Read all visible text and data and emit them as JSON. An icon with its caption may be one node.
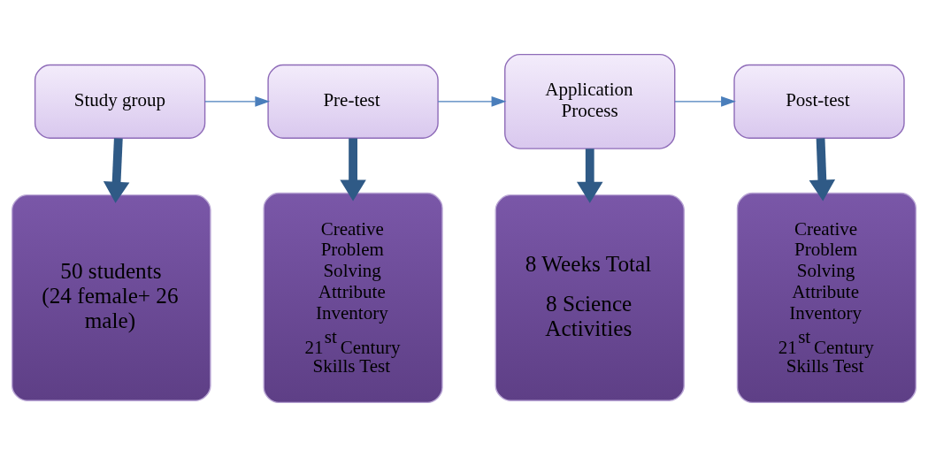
{
  "diagram": {
    "nodes": [
      {
        "text": [
          "Study group"
        ]
      },
      {
        "text": [
          "Pre-test"
        ]
      },
      {
        "text": [
          "Application Process"
        ]
      },
      {
        "text": [
          "Post-test"
        ]
      },
      {
        "text": [
          "50 students (24 female+ 26 male)"
        ]
      },
      {
        "text": [
          "Creative Problem Solving Attribute Inventory",
          "21$^{st}$ Century Skills Test"
        ]
      },
      {
        "text": [
          "8 Weeks Total",
          "8 Science Activities"
        ]
      },
      {
        "text": [
          "Creative Problem Solving Attribute Inventory",
          "21$^{st}$ Century Skills Test"
        ]
      }
    ],
    "edges": [
      {
        "from": 0,
        "to": 1,
        "arrow": "to"
      },
      {
        "from": 1,
        "to": 2,
        "arrow": "to"
      },
      {
        "from": 2,
        "to": 3,
        "arrow": "to"
      },
      {
        "from": 0,
        "to": 4,
        "arrow": "to",
        "color": "#2f5a86"
      },
      {
        "from": 1,
        "to": 5,
        "arrow": "to",
        "color": "#2f5a86"
      },
      {
        "from": 2,
        "to": 6,
        "arrow": "to",
        "color": "#2f5a86"
      },
      {
        "from": 3,
        "to": 7,
        "arrow": "to",
        "color": "#2f5a86"
      }
    ]
  }
}
